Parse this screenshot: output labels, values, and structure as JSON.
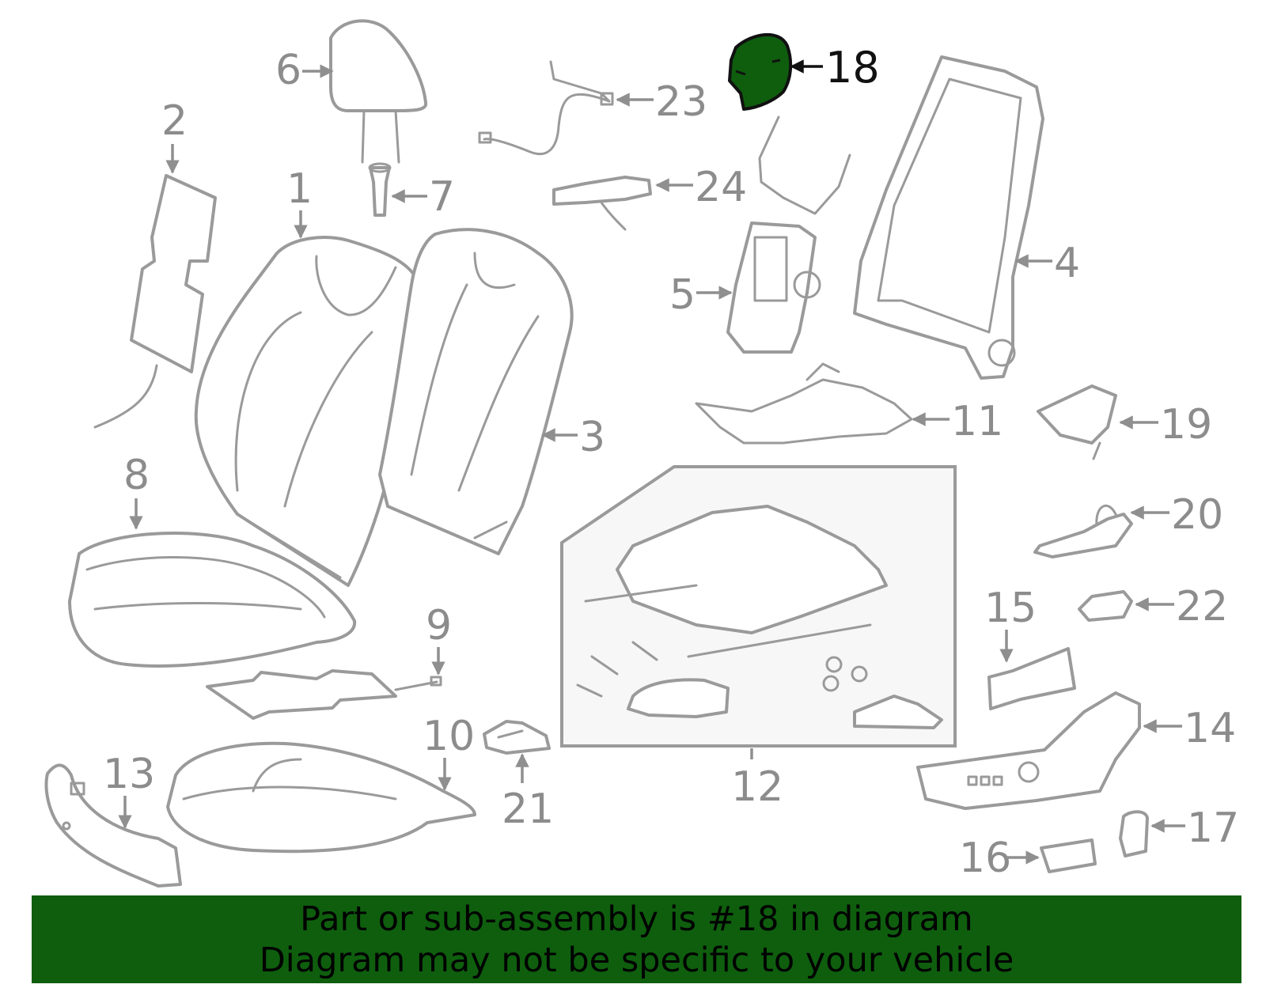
{
  "highlight": {
    "part_number": "18",
    "color": "#0e5e0e"
  },
  "callouts": [
    {
      "id": "1",
      "label": "1"
    },
    {
      "id": "2",
      "label": "2"
    },
    {
      "id": "3",
      "label": "3"
    },
    {
      "id": "4",
      "label": "4"
    },
    {
      "id": "5",
      "label": "5"
    },
    {
      "id": "6",
      "label": "6"
    },
    {
      "id": "7",
      "label": "7"
    },
    {
      "id": "8",
      "label": "8"
    },
    {
      "id": "9",
      "label": "9"
    },
    {
      "id": "10",
      "label": "10"
    },
    {
      "id": "11",
      "label": "11"
    },
    {
      "id": "12",
      "label": "12"
    },
    {
      "id": "13",
      "label": "13"
    },
    {
      "id": "14",
      "label": "14"
    },
    {
      "id": "15",
      "label": "15"
    },
    {
      "id": "16",
      "label": "16"
    },
    {
      "id": "17",
      "label": "17"
    },
    {
      "id": "18",
      "label": "18"
    },
    {
      "id": "19",
      "label": "19"
    },
    {
      "id": "20",
      "label": "20"
    },
    {
      "id": "21",
      "label": "21"
    },
    {
      "id": "22",
      "label": "22"
    },
    {
      "id": "23",
      "label": "23"
    },
    {
      "id": "24",
      "label": "24"
    }
  ],
  "banner": {
    "line1": "Part or sub-assembly is #18 in diagram",
    "line2": "Diagram may not be specific to your vehicle"
  }
}
